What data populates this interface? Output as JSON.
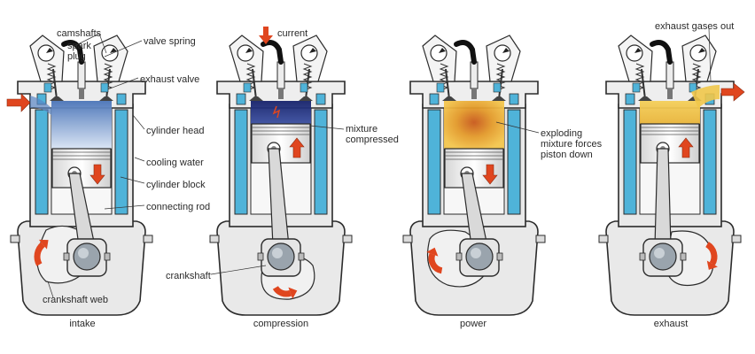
{
  "labels": {
    "camshafts": "camshafts",
    "spark_plug": "spark\nplug",
    "valve_spring": "valve spring",
    "exhaust_valve": "exhaust valve",
    "cylinder_head": "cylinder head",
    "cooling_water": "cooling water",
    "cylinder_block": "cylinder block",
    "connecting_rod": "connecting rod",
    "crankshaft_web": "crankshaft web",
    "current": "current",
    "mixture_compressed": "mixture\ncompressed",
    "crankshaft": "crankshaft",
    "exploding": "exploding\nmixture forces\npiston down",
    "exhaust_gases_out": "exhaust gases out"
  },
  "stages": [
    {
      "caption": "intake",
      "chamber": "intake-charge",
      "piston_dir": "down"
    },
    {
      "caption": "compression",
      "chamber": "compressed",
      "piston_dir": "up"
    },
    {
      "caption": "power",
      "chamber": "explosion",
      "piston_dir": "down"
    },
    {
      "caption": "exhaust",
      "chamber": "exhaust-gas",
      "piston_dir": "up"
    }
  ],
  "colors": {
    "water": "#4fb3d9",
    "metal": "#e9e9e9",
    "outline": "#2b2b2b",
    "arrow": "#e0461f",
    "intake_gas": "#5a86c4",
    "compressed_gas": "#1d2a7a",
    "explosion_gas": "#e8a82c",
    "exhaust_gas": "#f0c74a"
  }
}
